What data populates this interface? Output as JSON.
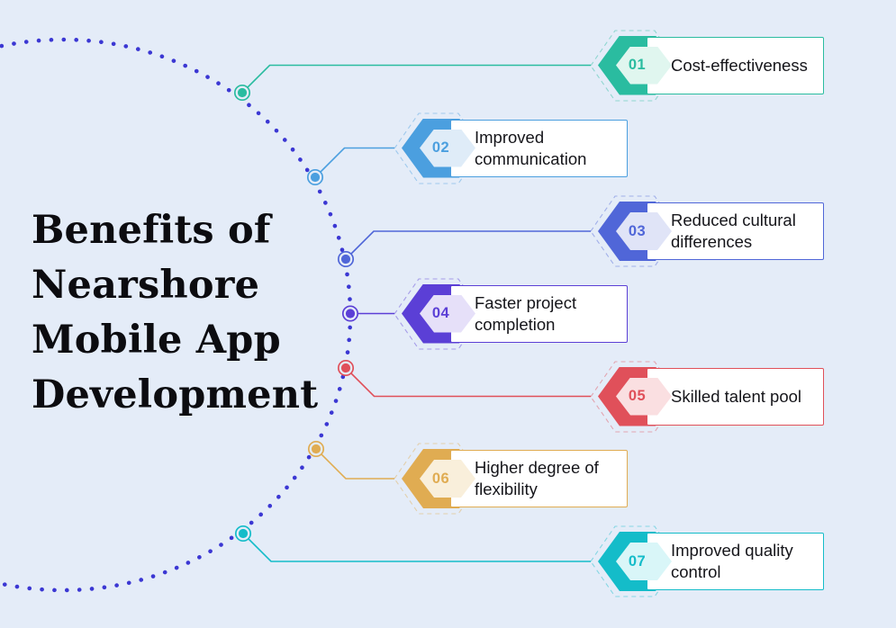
{
  "title": "Benefits of\nNearshore\nMobile App\nDevelopment",
  "items": [
    {
      "number": "01",
      "label": "Cost-effectiveness",
      "color": "#2ABCA0",
      "light": "#E0F6EF"
    },
    {
      "number": "02",
      "label": "Improved communication",
      "color": "#4B9FDF",
      "light": "#DFECF8"
    },
    {
      "number": "03",
      "label": "Reduced cultural differences",
      "color": "#5066D8",
      "light": "#E0E4F7"
    },
    {
      "number": "04",
      "label": "Faster project completion",
      "color": "#5B3FD6",
      "light": "#E6E0F9"
    },
    {
      "number": "05",
      "label": "Skilled talent pool",
      "color": "#E0505A",
      "light": "#FADFE1"
    },
    {
      "number": "06",
      "label": "Higher degree of flexibility",
      "color": "#E0AC52",
      "light": "#F9EFDB"
    },
    {
      "number": "07",
      "label": "Improved quality control",
      "color": "#14BCC9",
      "light": "#D9F6F8"
    }
  ],
  "colors": {
    "background": "#E4ECF8",
    "arc_dots": "#3B37D3",
    "title_text": "#0C0C10",
    "label_text": "#15151A",
    "box_background": "#FFFFFF"
  }
}
